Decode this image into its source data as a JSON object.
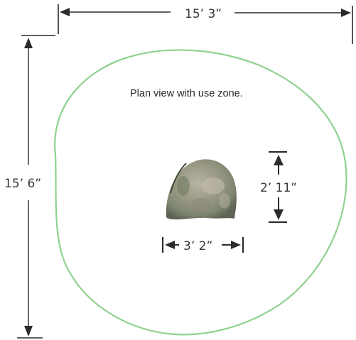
{
  "title": "Plan view with use zone.",
  "dimensions": {
    "overall_width": "15’ 3”",
    "overall_height": "15’ 6”",
    "object_height": "2’ 11”",
    "object_width": "3’ 2”"
  },
  "colors": {
    "use_zone_outline": "#8fd28f",
    "dimension_lines": "#2b2b2b",
    "rock_fill": "#9a9b88"
  },
  "icons": {
    "object": "boulder"
  }
}
